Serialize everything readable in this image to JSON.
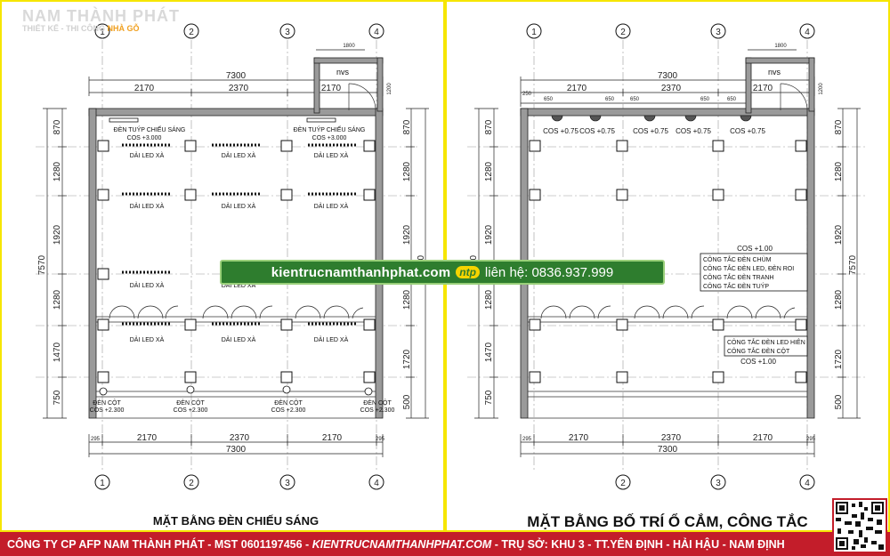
{
  "branding": {
    "logo_name": "NAM THÀNH PHÁT",
    "logo_tagline": "THIẾT KẾ - THI CÔNG",
    "logo_tagline_highlight": "NHÀ GỖ"
  },
  "banner": {
    "site": "kientrucnamthanhphat.com",
    "badge": "ntp",
    "contact": "liên hệ: 0836.937.999"
  },
  "footer": {
    "company": "CÔNG TY CP AFP NAM THÀNH PHÁT - MST 0601197456 -",
    "website": "KIENTRUCNAMTHANHPHAT.COM",
    "address": "- TRỤ SỞ: KHU 3 - TT.YÊN ĐỊNH - HẢI HẬU - NAM ĐỊNH"
  },
  "left_plan": {
    "title": "MẶT BẰNG ĐÈN CHIẾU SÁNG",
    "axes": [
      "1",
      "2",
      "3",
      "4"
    ],
    "top_dims": {
      "total": "7300",
      "spans": [
        "2170",
        "2370",
        "2170"
      ],
      "wc_width": "1800"
    },
    "bottom_dims": {
      "total": "7300",
      "spans": [
        "2170",
        "2370",
        "2170"
      ],
      "ends": [
        "295",
        "295"
      ]
    },
    "side_dims": {
      "total": "7570",
      "rows": [
        "870",
        "1280",
        "1920",
        "1280",
        "1470",
        "750"
      ]
    },
    "right_side_dims": {
      "rows": [
        "870",
        "1280",
        "1920",
        "1280",
        "1720",
        "500"
      ],
      "extra": "1200"
    },
    "wc_label": "nvs",
    "tube_light": {
      "label": "ĐÈN TUÝP CHIẾU SÁNG",
      "level": "COS +3.000"
    },
    "led_label": "DẢI LED XÀ",
    "post_light": {
      "label": "ĐÈN CỘT",
      "levels": [
        "COS +2.300",
        "COS +2.300",
        "COS +2.300",
        "COS +2.300"
      ]
    }
  },
  "right_plan": {
    "title": "MẶT BẰNG BỐ TRÍ Ổ CẮM, CÔNG TẮC",
    "axes": [
      "1",
      "2",
      "3",
      "4"
    ],
    "top_dims": {
      "total": "7300",
      "spans": [
        "2170",
        "2370",
        "2170"
      ],
      "wc_width": "1800",
      "socket_spacing": [
        "650",
        "650",
        "650",
        "650",
        "650"
      ],
      "end": "250"
    },
    "bottom_dims": {
      "total": "7300",
      "spans": [
        "2170",
        "2370",
        "2170"
      ],
      "ends": [
        "295",
        "295"
      ]
    },
    "side_dims": {
      "total": "7570",
      "rows": [
        "870",
        "1280",
        "1920",
        "1280",
        "1470",
        "750"
      ]
    },
    "right_side_dims": {
      "rows": [
        "870",
        "1280",
        "1920",
        "1280",
        "1720",
        "500"
      ],
      "extra": "1200"
    },
    "wc_label": "nvs",
    "socket_levels": [
      "COS +0.75",
      "COS +0.75",
      "COS +0.75",
      "COS +0.75",
      "COS +0.75"
    ],
    "switch_box_1": {
      "level": "COS +1.00",
      "items": [
        "CÔNG TẮC ĐÈN CHÙM",
        "CÔNG TẮC ĐÈN LED, ĐÈN ROI",
        "CÔNG TẮC ĐÈN TRANH",
        "CÔNG TẮC ĐÈN TUÝP"
      ]
    },
    "switch_box_2": {
      "level": "COS +1.00",
      "items": [
        "CÔNG TẮC ĐÈN LED HIÊN",
        "CÔNG TẮC ĐÈN CỘT"
      ]
    }
  }
}
